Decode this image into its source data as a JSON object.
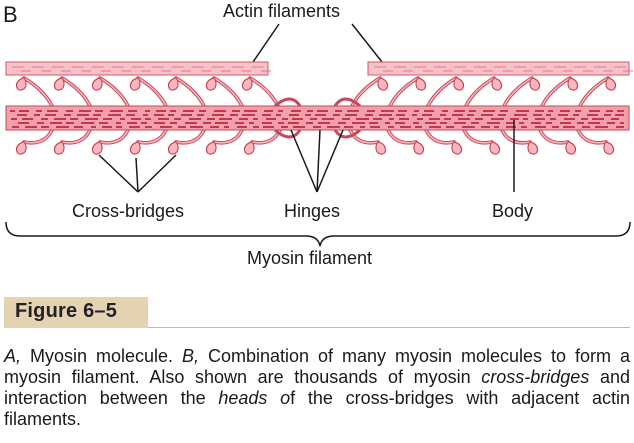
{
  "diagram": {
    "panel_letter": "B",
    "labels": {
      "actin": "Actin filaments",
      "cross_bridges": "Cross-bridges",
      "hinges": "Hinges",
      "body": "Body",
      "myosin": "Myosin filament"
    },
    "colors": {
      "actin_fill": "#f6c1c9",
      "actin_stroke": "#d35a6b",
      "myosin_fill": "#f2a0ab",
      "myosin_dash": "#b0223a",
      "head_fill": "#f8b7bf",
      "head_stroke": "#c8475a"
    }
  },
  "figure": {
    "tab_label": "Figure 6–5",
    "tab_color": "#e3d3b3"
  },
  "caption": {
    "t1": "A,",
    "t2": " Myosin molecule. ",
    "t3": "B,",
    "t4": " Combination of many myosin molecules to form a myosin filament. Also shown are thousands of myosin ",
    "t5": "cross-bridges",
    "t6": " and interaction between the ",
    "t7": "heads o",
    "t8": "f the cross-bridges with adjacent actin filaments."
  }
}
